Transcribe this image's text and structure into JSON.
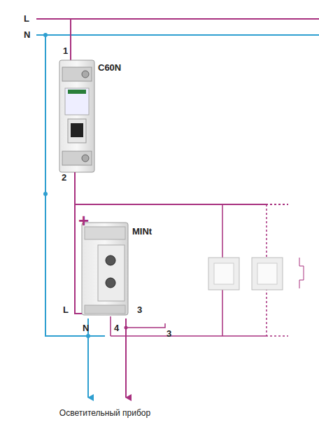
{
  "diagram": {
    "nodes": [
      {
        "text": [
          "C60N"
        ]
      },
      {
        "text": [
          "MINt"
        ]
      }
    ],
    "edges": [
      {
        "from": 0,
        "to": 1,
        "arrow": "none"
      }
    ],
    "labels": [
      "L",
      "N",
      "1",
      "2",
      "+",
      "L",
      "N",
      "3",
      "4",
      "3",
      "Осветительный прибор"
    ]
  }
}
